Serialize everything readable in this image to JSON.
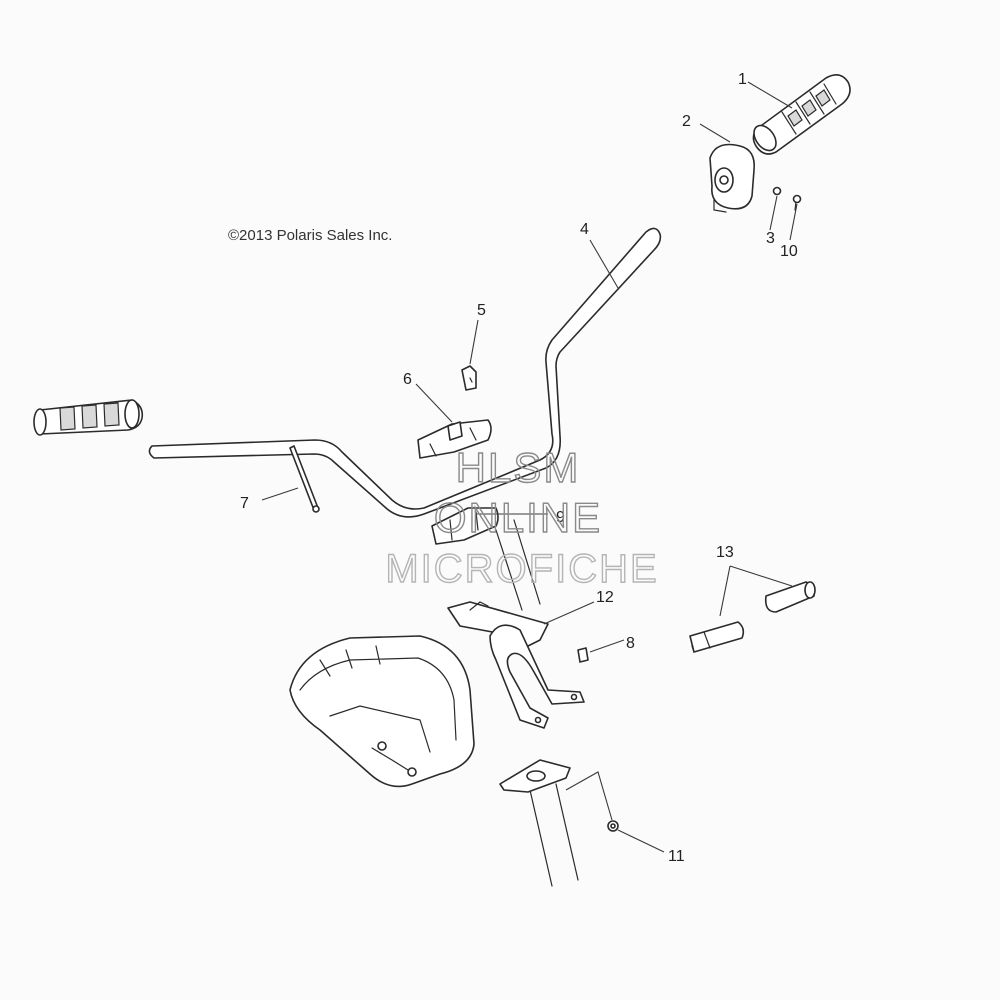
{
  "copyright": "©2013 Polaris Sales Inc.",
  "watermark": {
    "line1": "HLSM",
    "line2": "ONLINE",
    "line3": "MICROFICHE"
  },
  "callouts": {
    "c1": "1",
    "c2": "2",
    "c3": "3",
    "c4": "4",
    "c5": "5",
    "c6": "6",
    "c7": "7",
    "c8": "8",
    "c9": "9",
    "c10": "10",
    "c11": "11",
    "c12": "12",
    "c13": "13"
  },
  "colors": {
    "line": "#2b2b2b",
    "background": "#fbfbfb",
    "watermark": "#8a8a8a"
  }
}
